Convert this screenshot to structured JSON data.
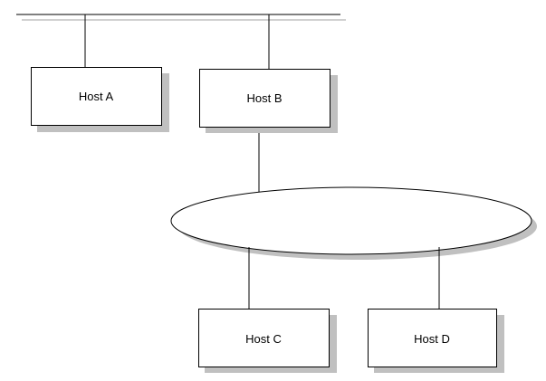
{
  "diagram": {
    "colors": {
      "line": "#000000",
      "box_fill": "#ffffff",
      "shadow": "#c0c0c0",
      "bus_secondary": "#a0a0a0"
    },
    "hosts": [
      {
        "id": "a",
        "label": "Host A"
      },
      {
        "id": "b",
        "label": "Host B"
      },
      {
        "id": "c",
        "label": "Host C"
      },
      {
        "id": "d",
        "label": "Host D"
      }
    ]
  }
}
